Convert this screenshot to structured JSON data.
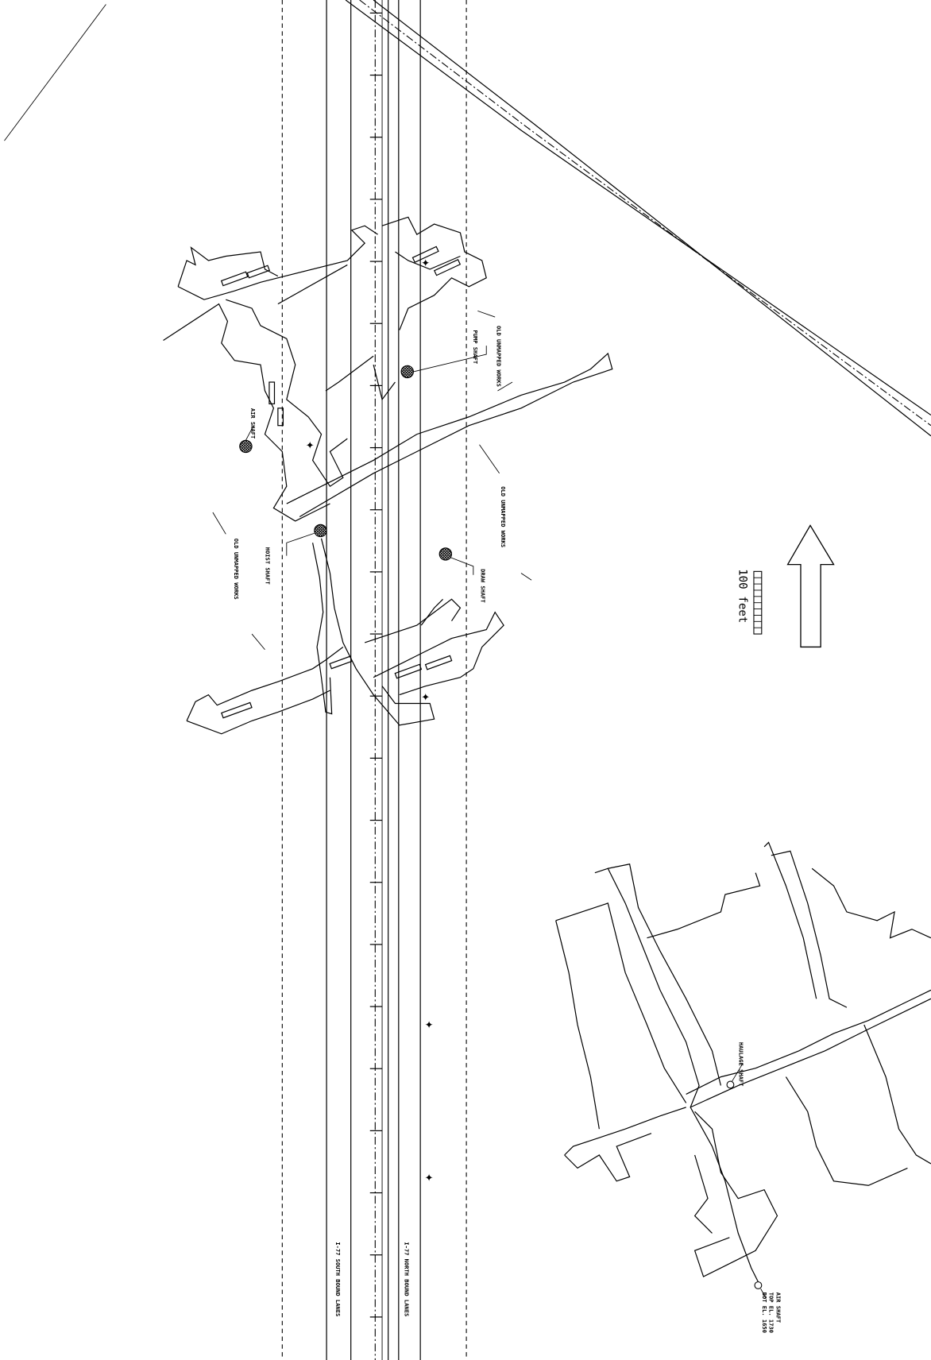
{
  "roads": {
    "southbound_label": "I-77 SOUTH BOUND LANES",
    "northbound_label": "I-77 NORTH BOUND LANES"
  },
  "workings_labels": {
    "left": "OLD UNMAPPED WORKS",
    "center": "OLD UNMAPPED WORKS",
    "upper": "OLD UNMAPPED WORKS"
  },
  "shafts": {
    "air": "AIR SHAFT",
    "hoist": "HOIST SHAFT",
    "pump": "PUMP SHAFT",
    "draw": "DRAW SHAFT",
    "haulage": "HAULAGE SHAFT",
    "air_lower_line1": "AIR SHAFT",
    "air_lower_line2": "TOP EL. 1730",
    "air_lower_line3": "BOT EL. 1650"
  },
  "scale": {
    "label": "100 feet"
  },
  "north_arrow": {
    "icon": "north-arrow-icon"
  }
}
